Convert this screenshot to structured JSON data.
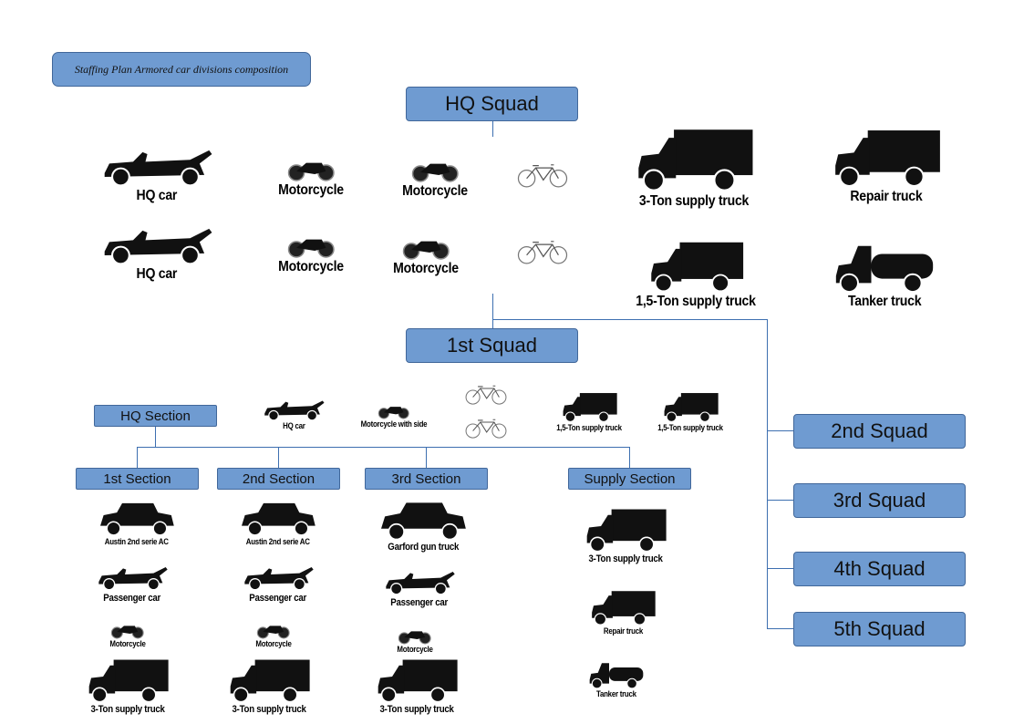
{
  "title": "Staffing Plan Armored car divisions composition",
  "squads": {
    "hq": "HQ Squad",
    "first": "1st Squad",
    "second": "2nd Squad",
    "third": "3rd Squad",
    "fourth": "4th Squad",
    "fifth": "5th Squad"
  },
  "sections": {
    "hq": "HQ Section",
    "first": "1st Section",
    "second": "2nd Section",
    "third": "3rd Section",
    "supply": "Supply Section"
  },
  "hq_squad_vehicles": [
    "HQ car",
    "HQ car",
    "Motorcycle",
    "Motorcycle",
    "Motorcycle",
    "Motorcycle",
    "3-Ton supply truck",
    "Repair truck",
    "1,5-Ton supply truck",
    "Tanker truck"
  ],
  "hq_section_vehicles": [
    "HQ car",
    "Motorcycle with side",
    "1,5-Ton supply truck",
    "1,5-Ton supply truck"
  ],
  "first_section_vehicles": [
    "Austin 2nd serie AC",
    "Passenger car",
    "Motorcycle",
    "3-Ton supply truck"
  ],
  "second_section_vehicles": [
    "Austin 2nd serie AC",
    "Passenger car",
    "Motorcycle",
    "3-Ton supply truck"
  ],
  "third_section_vehicles": [
    "Garford gun truck",
    "Passenger car",
    "Motorcycle",
    "3-Ton supply truck"
  ],
  "supply_section_vehicles": [
    "3-Ton supply truck",
    "Repair truck",
    "Tanker truck"
  ]
}
